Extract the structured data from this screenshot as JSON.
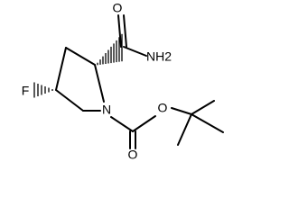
{
  "labels": {
    "fluorine": "F",
    "ring_nitrogen": "N",
    "ester_oxygen": "O",
    "carbonyl_oxygen_bottom": "O",
    "carbonyl_oxygen_top": "O",
    "amide_nitrogen": "NH2"
  },
  "colors": {
    "bond": "#000000",
    "background": "#ffffff"
  }
}
